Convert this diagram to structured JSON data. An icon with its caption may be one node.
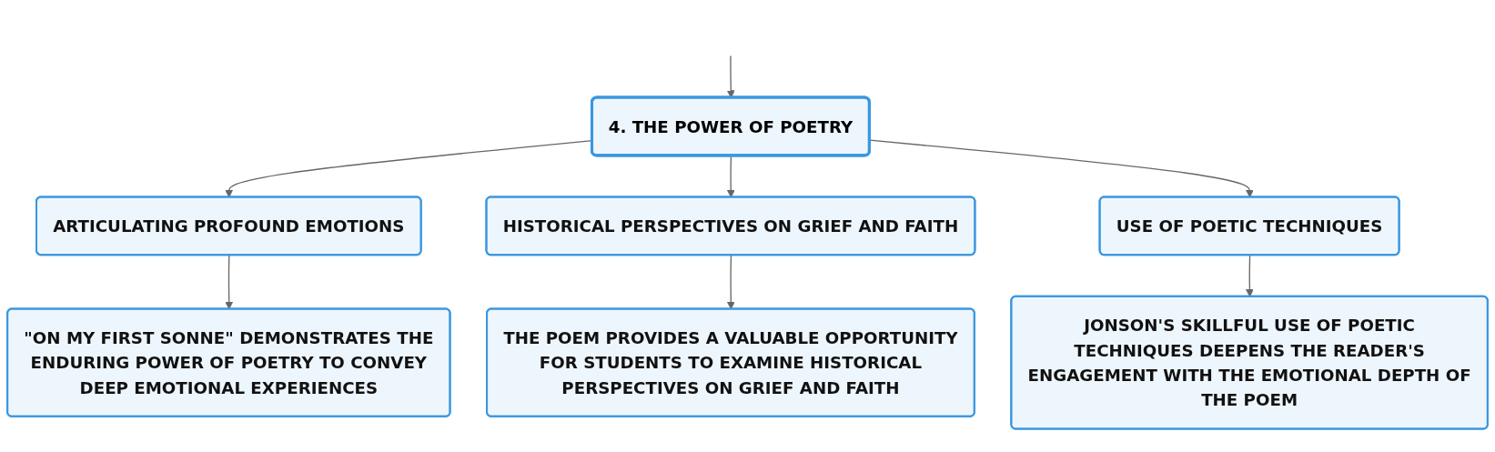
{
  "diagram": {
    "nodes": [
      {
        "text": [
          "4. THE POWER OF POETRY"
        ]
      },
      {
        "text": [
          "ARTICULATING PROFOUND EMOTIONS"
        ]
      },
      {
        "text": [
          "HISTORICAL PERSPECTIVES ON GRIEF AND FAITH"
        ]
      },
      {
        "text": [
          "USE OF POETIC TECHNIQUES"
        ]
      },
      {
        "text": [
          "\"ON MY FIRST SONNE\" DEMONSTRATES THE ENDURING POWER OF POETRY TO CONVEY DEEP EMOTIONAL EXPERIENCES"
        ]
      },
      {
        "text": [
          "THE POEM PROVIDES A VALUABLE OPPORTUNITY FOR STUDENTS TO EXAMINE HISTORICAL PERSPECTIVES ON GRIEF AND FAITH"
        ]
      },
      {
        "text": [
          "JONSON'S SKILLFUL USE OF POETIC TECHNIQUES DEEPENS THE READER'S ENGAGEMENT WITH THE EMOTIONAL DEPTH OF THE POEM"
        ]
      }
    ],
    "edges": [
      {
        "from": null,
        "to": 0,
        "arrow": "to"
      },
      {
        "from": 0,
        "to": 1,
        "arrow": "to"
      },
      {
        "from": 0,
        "to": 2,
        "arrow": "to"
      },
      {
        "from": 0,
        "to": 3,
        "arrow": "to"
      },
      {
        "from": 1,
        "to": 4,
        "arrow": "to"
      },
      {
        "from": 2,
        "to": 5,
        "arrow": "to"
      },
      {
        "from": 3,
        "to": 6,
        "arrow": "to"
      }
    ]
  }
}
